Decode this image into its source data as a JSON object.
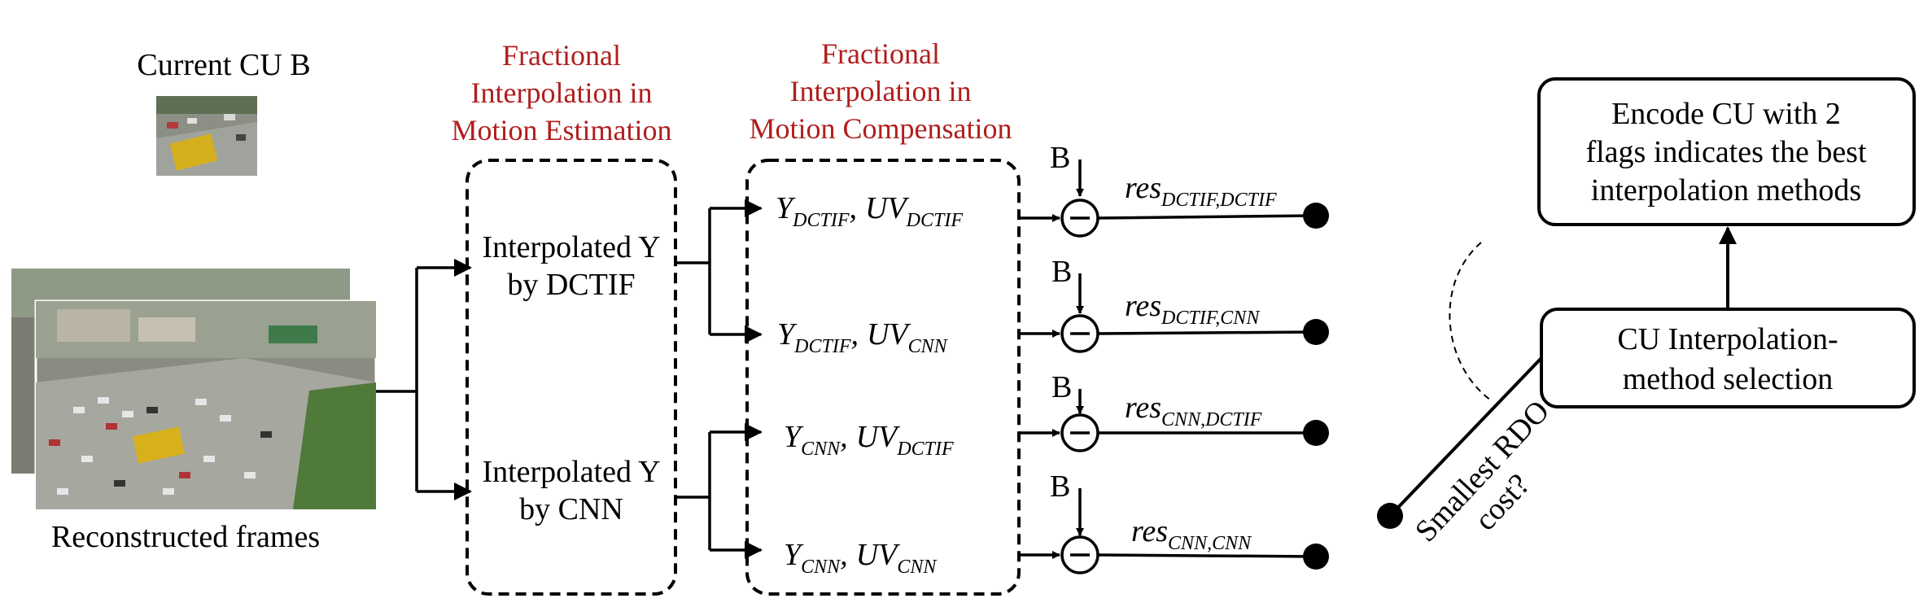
{
  "current_cu": {
    "label": "Current CU B"
  },
  "reconstructed": {
    "label": "Reconstructed frames"
  },
  "stage_me": {
    "line1": "Fractional",
    "line2": "Interpolation in",
    "line3": "Motion Estimation"
  },
  "stage_mc": {
    "line1": "Fractional",
    "line2": "Interpolation in",
    "line3": "Motion Compensation"
  },
  "interp_dctif": {
    "line1": "Interpolated Y",
    "line2": "by DCTIF"
  },
  "interp_cnn": {
    "line1": "Interpolated Y",
    "line2": "by CNN"
  },
  "combos": [
    {
      "y_sub": "DCTIF",
      "uv_sub": "DCTIF"
    },
    {
      "y_sub": "DCTIF",
      "uv_sub": "CNN"
    },
    {
      "y_sub": "CNN",
      "uv_sub": "DCTIF"
    },
    {
      "y_sub": "CNN",
      "uv_sub": "CNN"
    }
  ],
  "symbols": {
    "Y": "Y",
    "UV": "UV",
    "res": "res",
    "comma": ",",
    "B": "B"
  },
  "residuals": [
    {
      "sub1": "DCTIF",
      "sub2": "DCTIF"
    },
    {
      "sub1": "DCTIF",
      "sub2": "CNN"
    },
    {
      "sub1": "CNN",
      "sub2": "DCTIF"
    },
    {
      "sub1": "CNN",
      "sub2": "CNN"
    }
  ],
  "rdo": {
    "line1": "Smallest RDO",
    "line2": "cost?"
  },
  "selection": {
    "line1": "CU Interpolation-",
    "line2": "method selection"
  },
  "encode": {
    "line1": "Encode CU with 2",
    "line2": "flags indicates the best",
    "line3": "interpolation methods"
  },
  "colors": {
    "accent_red": "#b01e1e",
    "line": "#000000"
  }
}
